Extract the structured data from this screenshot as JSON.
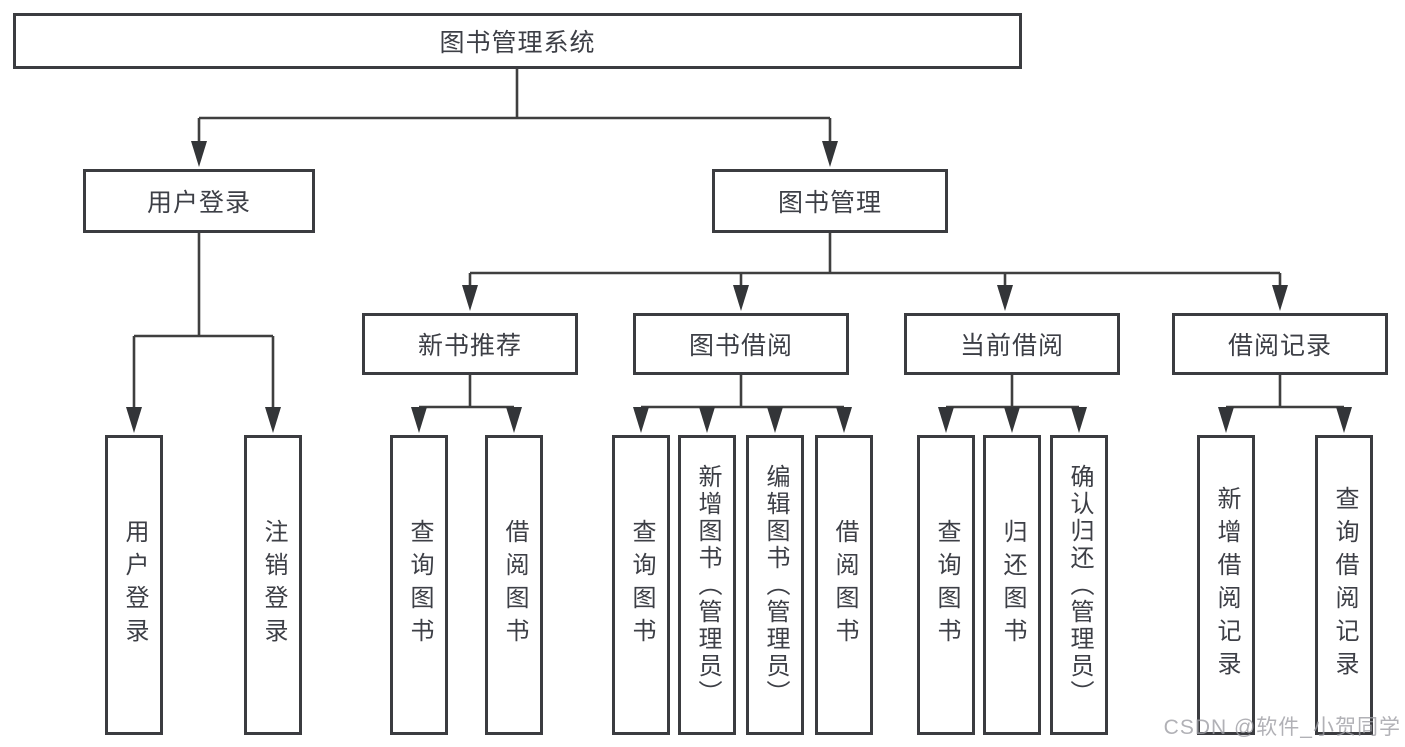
{
  "diagram_type": "hierarchy-tree",
  "colors": {
    "background": "#ffffff",
    "box_border": "#3b3c40",
    "line": "#3f3f3f",
    "text": "#3d3f46",
    "watermark": "#9e9ea4"
  },
  "tree": {
    "label": "图书管理系统",
    "children": [
      {
        "label": "用户登录",
        "children": [
          {
            "label": "用户登录"
          },
          {
            "label": "注销登录"
          }
        ]
      },
      {
        "label": "图书管理",
        "children": [
          {
            "label": "新书推荐",
            "children": [
              {
                "label": "查询图书"
              },
              {
                "label": "借阅图书"
              }
            ]
          },
          {
            "label": "图书借阅",
            "children": [
              {
                "label": "查询图书"
              },
              {
                "label": "新增图书（管理员）"
              },
              {
                "label": "编辑图书（管理员）"
              },
              {
                "label": "借阅图书"
              }
            ]
          },
          {
            "label": "当前借阅",
            "children": [
              {
                "label": "查询图书"
              },
              {
                "label": "归还图书"
              },
              {
                "label": "确认归还（管理员）"
              }
            ]
          },
          {
            "label": "借阅记录",
            "children": [
              {
                "label": "新增借阅记录"
              },
              {
                "label": "查询借阅记录"
              }
            ]
          }
        ]
      }
    ]
  },
  "watermark": {
    "text": "CSDN @软件_小贺同学"
  }
}
